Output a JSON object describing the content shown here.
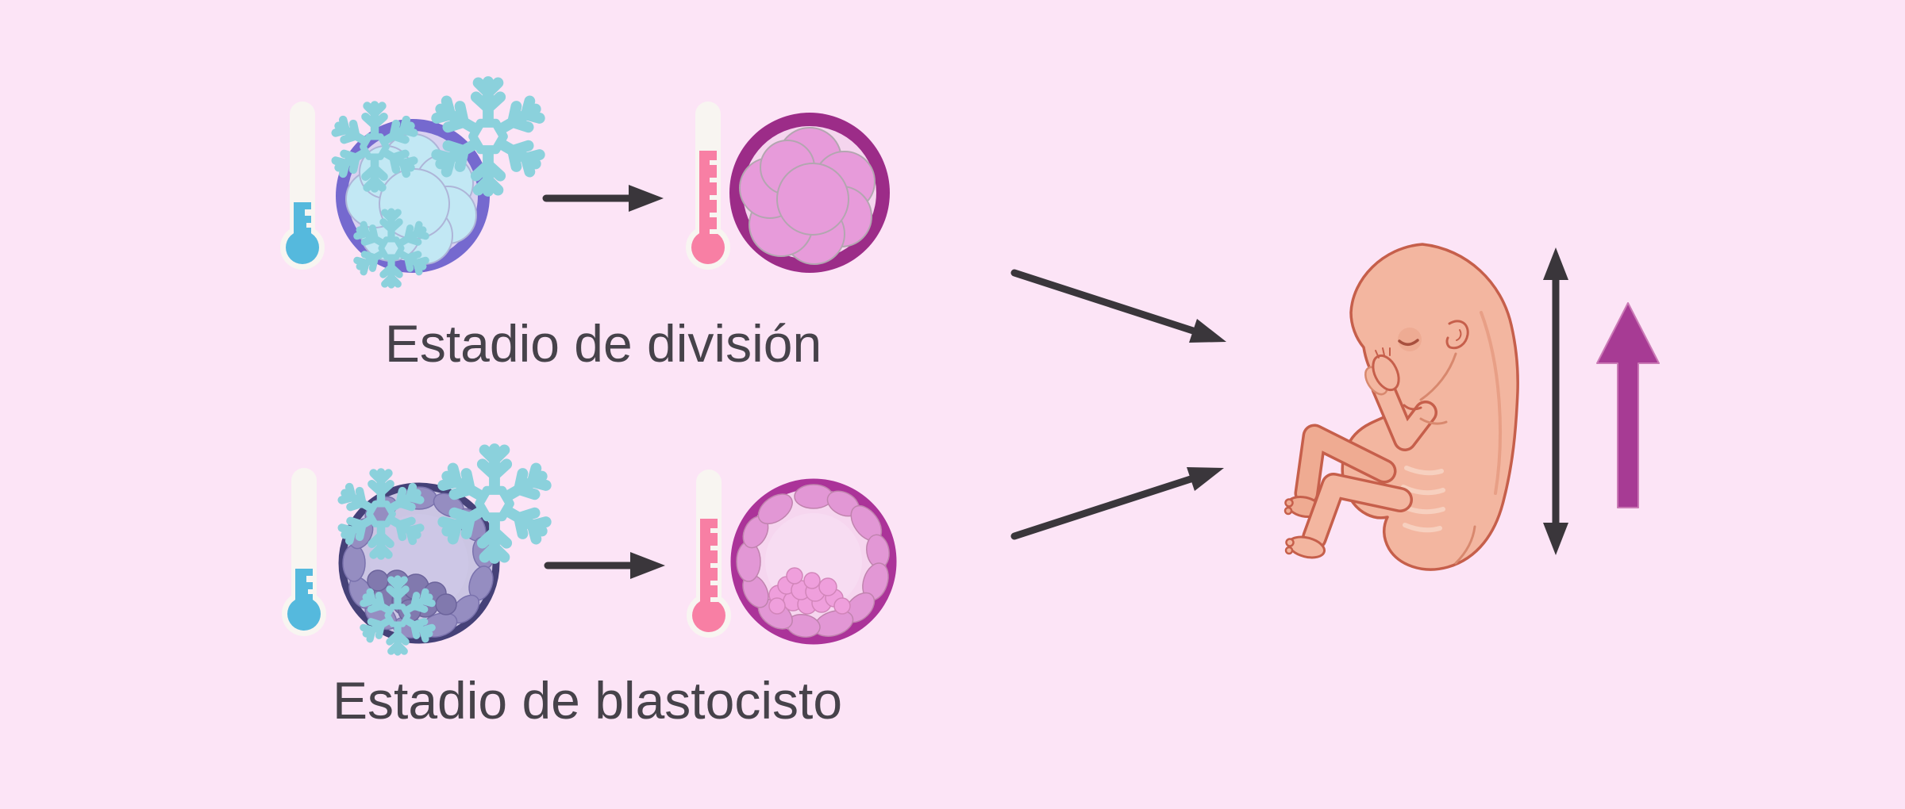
{
  "diagram": {
    "type": "medical-infographic",
    "topic": "frozen embryo transfer stages leading to pregnancy"
  },
  "labels": {
    "division": "Estadio de división",
    "blastocyst": "Estadio de blastocisto"
  },
  "icons": {
    "cold_thermometer": "thermometer-cold-icon",
    "warm_thermometer": "thermometer-warm-icon",
    "snowflake": "snowflake-icon",
    "frozen_division_embryo": "frozen-division-embryo-icon",
    "thawed_division_embryo": "thawed-division-embryo-icon",
    "frozen_blastocyst": "frozen-blastocyst-icon",
    "thawed_blastocyst": "thawed-blastocyst-icon",
    "thaw_arrow": "right-arrow-icon",
    "transfer_arrow": "diagonal-arrow-icon",
    "fetus": "fetus-illustration",
    "height_arrow": "vertical-double-arrow-icon",
    "increase_arrow": "up-arrow-icon"
  },
  "colors": {
    "background": "#fce4f6",
    "text": "#46424a",
    "arrow_black": "#3a363b",
    "snowflake": "#8bd1dc",
    "cold_liquid": "#55b9dd",
    "warm_liquid": "#f87fa4",
    "thermometer_body": "#f8f5f1",
    "frozen_division_ring": "#7569cf",
    "frozen_division_inner": "#d9d1f0",
    "frozen_division_cell": "#c2e8f4",
    "thawed_division_ring": "#9c2c88",
    "thawed_division_inner": "#f5d5ee",
    "thawed_division_cell": "#e79bda",
    "frozen_blastocyst_ring": "#454178",
    "frozen_blastocyst_inner": "#cbc5e3",
    "frozen_blastocyst_cell": "#958dc1",
    "frozen_blastocyst_icm": "#8179ae",
    "thawed_blastocyst_ring": "#ab3399",
    "thawed_blastocyst_inner": "#f6d6ef",
    "thawed_blastocyst_cell": "#e297d5",
    "thawed_blastocyst_icm": "#ef9fdc",
    "fetus_skin": "#f3b6a0",
    "fetus_outline": "#c65f4b",
    "increase_arrow_fill": "#a73b94"
  }
}
